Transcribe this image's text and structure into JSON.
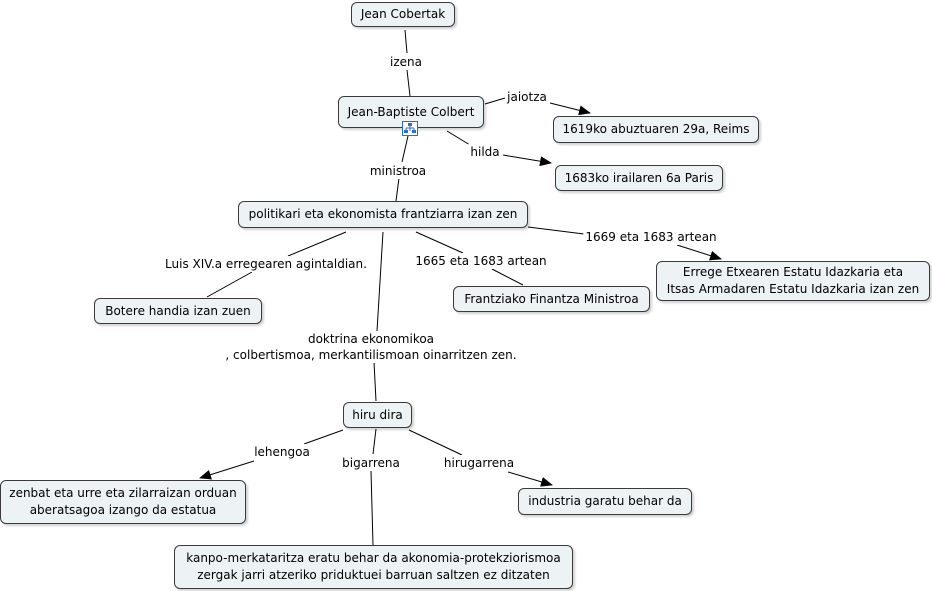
{
  "nodes": {
    "jean_cobertak": "Jean Cobertak",
    "colbert": "Jean-Baptiste Colbert",
    "birth": "1619ko abuztuaren 29a, Reims",
    "death": "1683ko irailaren 6a Paris",
    "politikari": "politikari eta ekonomista frantziarra izan zen",
    "botere": "Botere handia izan zuen",
    "finantza": "Frantziako Finantza Ministroa",
    "errege": "Errege Etxearen Estatu Idazkaria eta\nItsas Armadaren Estatu Idazkaria izan zen",
    "hiru": "hiru dira",
    "zenbat": "zenbat eta urre eta zilarraizan orduan\naberatsagoa izango da estatua",
    "industria": "industria garatu behar da",
    "kanpo": "kanpo-merkataritza eratu behar da akonomia-protekziorismoa\nzergak jarri atzeriko priduktuei barruan saltzen ez ditzaten"
  },
  "links": {
    "izena": "izena",
    "jaiotza": "jaiotza",
    "hilda": "hilda",
    "ministroa": "ministroa",
    "luis": "Luis XIV.a erregearen agintaldian.",
    "artean_1665": "1665 eta 1683 artean",
    "artean_1669": "1669 eta 1683 artean",
    "doktrina": "doktrina ekonomikoa\n, colbertismoa, merkantilismoan oinarritzen zen.",
    "lehengoa": "lehengoa",
    "bigarrena": "bigarrena",
    "hirugarrena": "hirugarrena"
  },
  "icons": {
    "colbert_submap": "concept-map-icon"
  },
  "colors": {
    "node_fill": "#edf2f5",
    "node_border": "#3a3a3a",
    "line": "#000000"
  }
}
